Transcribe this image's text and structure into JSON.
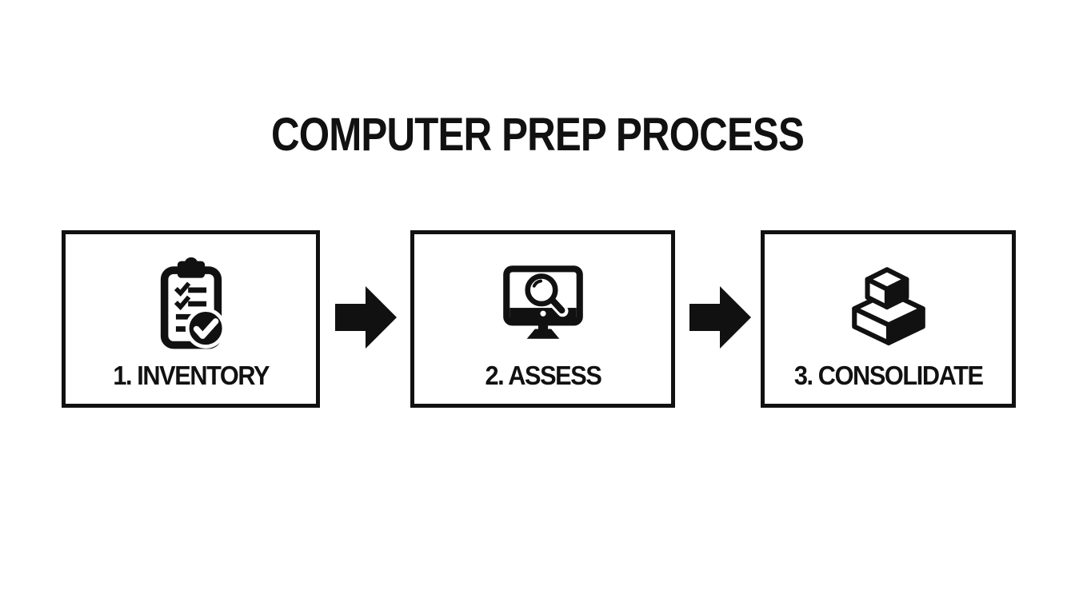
{
  "title": "COMPUTER PREP PROCESS",
  "steps": [
    {
      "label": "1. INVENTORY",
      "icon": "clipboard-check-icon"
    },
    {
      "label": "2. ASSESS",
      "icon": "monitor-magnifier-icon"
    },
    {
      "label": "3. CONSOLIDATE",
      "icon": "stacked-boxes-icon"
    }
  ],
  "connectors": [
    {
      "type": "arrow-right"
    },
    {
      "type": "arrow-right"
    }
  ],
  "colors": {
    "ink": "#111111",
    "background": "#ffffff"
  }
}
